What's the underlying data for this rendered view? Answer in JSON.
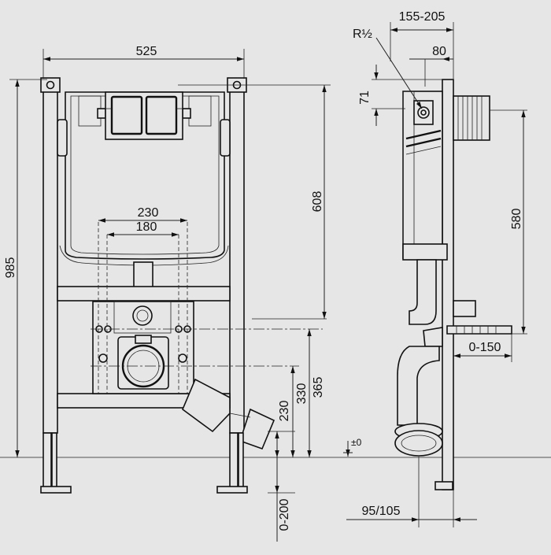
{
  "colors": {
    "background": "#e6e6e6",
    "line": "#111111"
  },
  "dimensions": {
    "width_525": "525",
    "height_985": "985",
    "height_608": "608",
    "spacing_230": "230",
    "spacing_180": "180",
    "height_365": "365",
    "height_330": "330",
    "height_230": "230",
    "adjust_0_200": "0-200",
    "depth_155_205": "155-205",
    "thread_r": "R½",
    "depth_80": "80",
    "offset_71": "71",
    "height_580": "580",
    "adjust_0_150": "0-150",
    "floor_level": "±0",
    "depth_95_105": "95/105"
  }
}
